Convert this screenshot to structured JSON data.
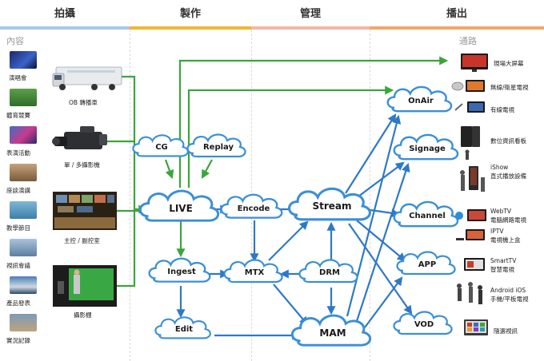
{
  "headers": [
    "拍攝",
    "製作",
    "管理",
    "播出"
  ],
  "sections": {
    "left": "內容",
    "right": "通路"
  },
  "content_items": [
    "演唱會",
    "體育競賽",
    "表演活動",
    "座談演講",
    "教學節目",
    "視訊會議",
    "產品發表",
    "實況記錄"
  ],
  "sources": [
    "OB 轉播車",
    "單 / 多攝影機",
    "主控 / 副控室",
    "攝影棚"
  ],
  "nodes": {
    "cg": "CG",
    "replay": "Replay",
    "live": "LIVE",
    "encode": "Encode",
    "stream": "Stream",
    "ingest": "Ingest",
    "mtx": "MTX",
    "drm": "DRM",
    "edit": "Edit",
    "mam": "MAM",
    "onair": "OnAir",
    "signage": "Signage",
    "channel": "Channel",
    "app": "APP",
    "vod": "VOD"
  },
  "outputs": {
    "big_screen": "現場大屏幕",
    "satellite": "無線/衛星電視",
    "cable": "有線電視",
    "signage_board": "數位資訊看板",
    "ishow": [
      "iShow",
      "直式播放設備"
    ],
    "webtv": [
      "WebTV",
      "電腦網路電視"
    ],
    "iptv": [
      "IPTV",
      "電視機上盒"
    ],
    "smarttv": [
      "SmartTV",
      "智慧電視"
    ],
    "mobile": [
      "Android  iOS",
      "手機/平板電視"
    ],
    "vod_view": "隨選視訊"
  },
  "colors": {
    "header_bars": [
      "#a9c8e8",
      "#f2b632",
      "#f5b6a5",
      "#f5a56b"
    ],
    "green": "#3aa63a",
    "blue": "#2e79c7",
    "cloud_fill": "#ffffff",
    "cloud_stroke": "#3a8fd8"
  }
}
